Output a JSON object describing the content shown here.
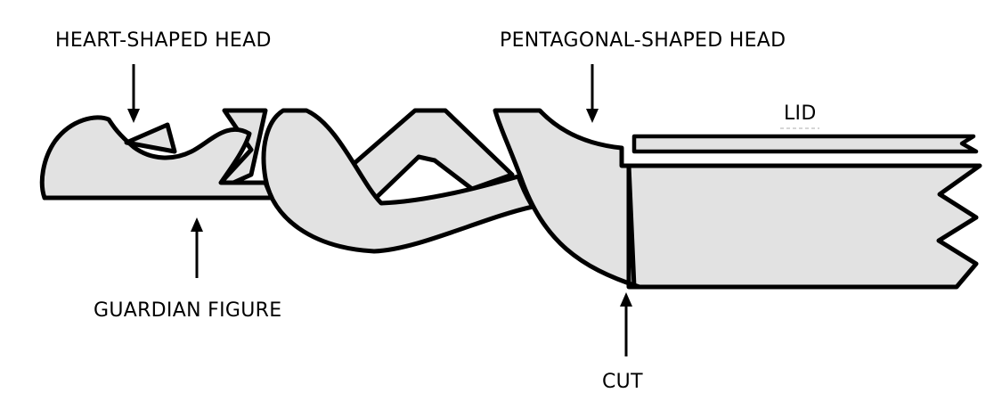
{
  "labels": {
    "heart_head": "HEART-SHAPED HEAD",
    "pentagonal_head": "PENTAGONAL-SHAPED HEAD",
    "lid": "LID",
    "guardian_figure": "GUARDIAN FIGURE",
    "cut": "CUT"
  },
  "colors": {
    "fill": "#e2e2e2",
    "stroke": "#000000",
    "background": "#ffffff"
  }
}
